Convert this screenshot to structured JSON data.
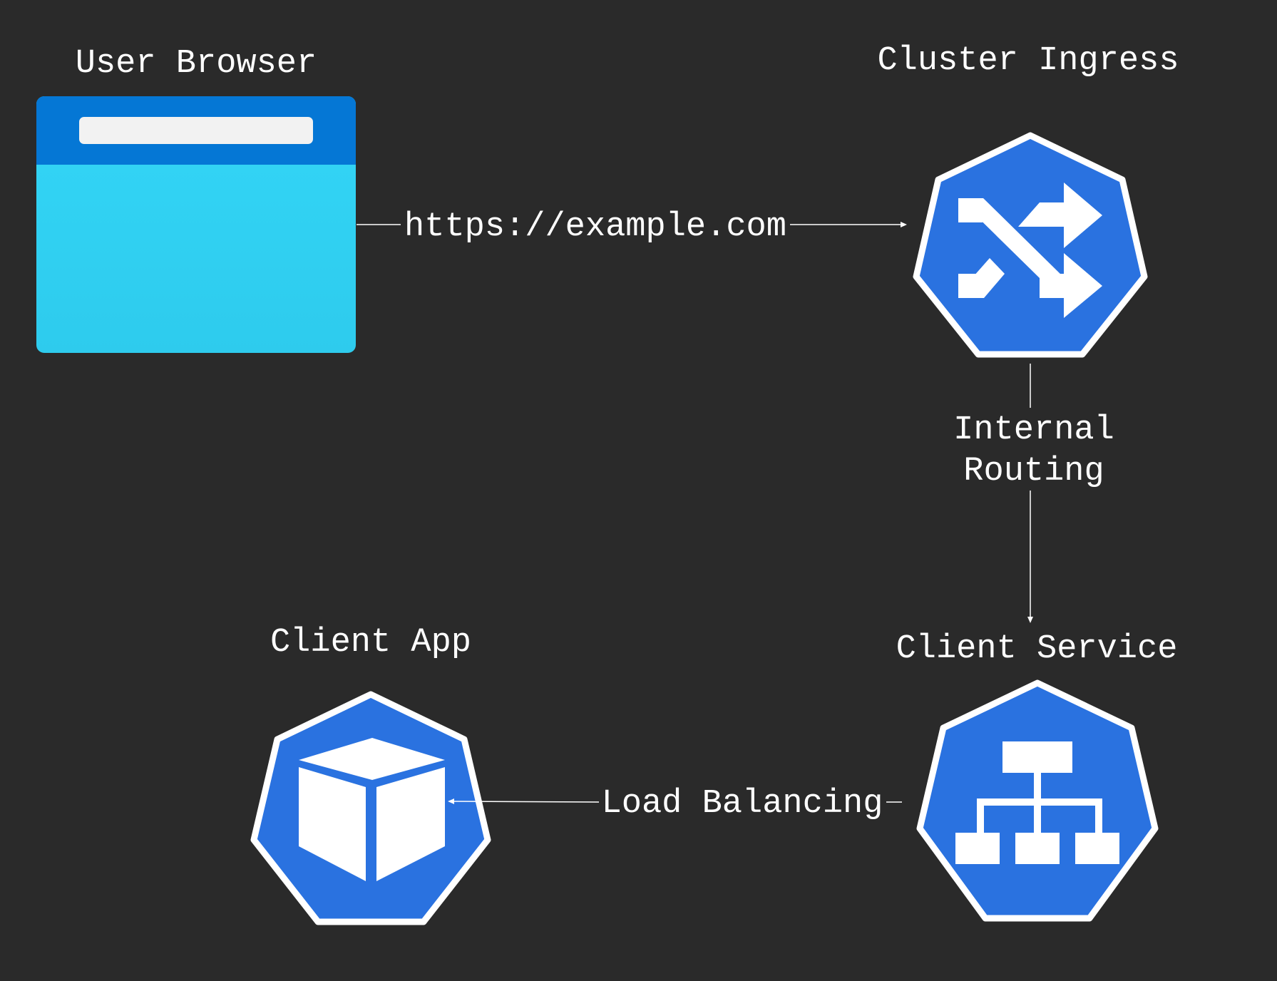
{
  "nodes": {
    "browser": {
      "label": "User Browser",
      "icon": "browser-window-icon"
    },
    "ingress": {
      "label": "Cluster Ingress",
      "icon": "ingress-shuffle-icon"
    },
    "service": {
      "label": "Client Service",
      "icon": "service-network-icon"
    },
    "app": {
      "label": "Client App",
      "icon": "pod-cube-icon"
    }
  },
  "edges": {
    "browser_to_ingress": {
      "label": "https://example.com"
    },
    "ingress_to_service": {
      "line1": "Internal",
      "line2": "Routing"
    },
    "service_to_app": {
      "label": "Load Balancing"
    }
  },
  "colors": {
    "background": "#2a2a2a",
    "k8s_blue": "#2a72e0",
    "browser_top": "#0577d5",
    "browser_body": "#31d3f5",
    "text": "#ffffff"
  }
}
